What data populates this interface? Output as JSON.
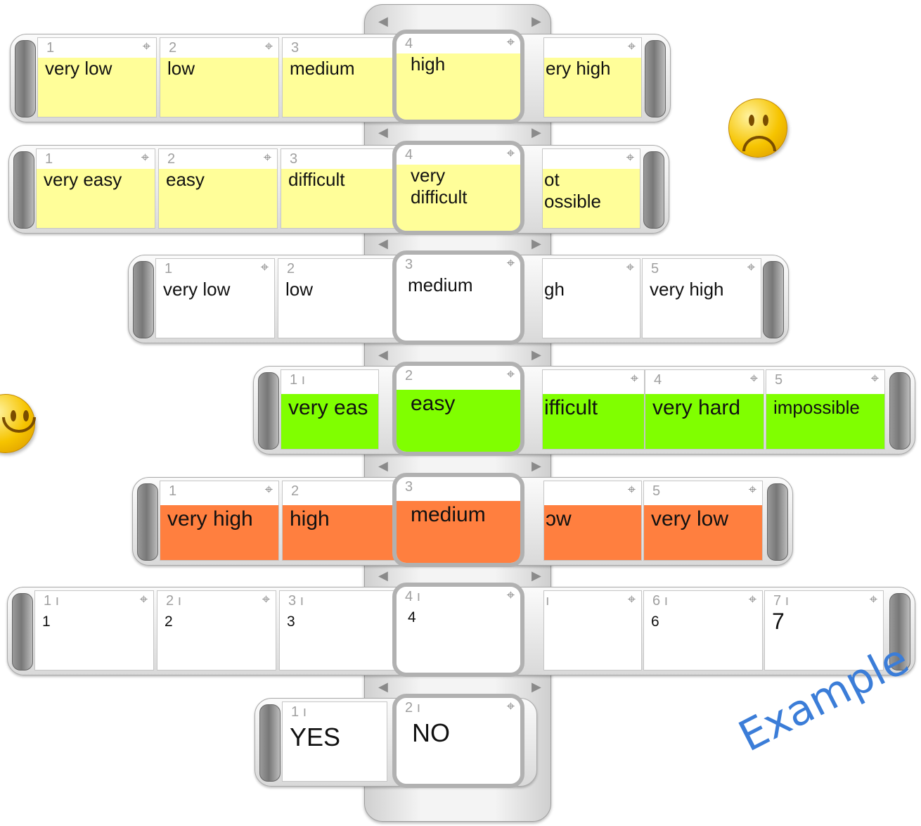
{
  "colors": {
    "yellow": "#fffe99",
    "green": "#80ff00",
    "orange": "#ff7f3f",
    "white": "#ffffff"
  },
  "rows": [
    {
      "cells": [
        {
          "num": "1",
          "label": "very low"
        },
        {
          "num": "2",
          "label": "low"
        },
        {
          "num": "3",
          "label": "medium"
        },
        {
          "num": "4",
          "label": "high"
        },
        {
          "num": "",
          "label": "ery high"
        }
      ]
    },
    {
      "cells": [
        {
          "num": "1",
          "label": "very easy"
        },
        {
          "num": "2",
          "label": "easy"
        },
        {
          "num": "3",
          "label": "difficult"
        },
        {
          "num": "4",
          "label": "very difficult"
        },
        {
          "num": "",
          "label": "ot ossible"
        }
      ]
    },
    {
      "cells": [
        {
          "num": "1",
          "label": "very low"
        },
        {
          "num": "2",
          "label": "low"
        },
        {
          "num": "3",
          "label": "medium"
        },
        {
          "num": "",
          "label": "gh"
        },
        {
          "num": "5",
          "label": "very high"
        }
      ]
    },
    {
      "cells": [
        {
          "num": "1 ı",
          "label": "very eas"
        },
        {
          "num": "2",
          "label": "easy"
        },
        {
          "num": "",
          "label": "ifficult"
        },
        {
          "num": "4",
          "label": "very hard"
        },
        {
          "num": "5",
          "label": "impossible"
        }
      ]
    },
    {
      "cells": [
        {
          "num": "1",
          "label": "very high"
        },
        {
          "num": "2",
          "label": "high"
        },
        {
          "num": "3",
          "label": "medium"
        },
        {
          "num": "",
          "label": "ɔw"
        },
        {
          "num": "5",
          "label": "very low"
        }
      ]
    },
    {
      "cells": [
        {
          "num": "1 ı",
          "label": "1"
        },
        {
          "num": "2 ı",
          "label": "2"
        },
        {
          "num": "3 ı",
          "label": "3"
        },
        {
          "num": "4 ı",
          "label": "4"
        },
        {
          "num": "ı",
          "label": ""
        },
        {
          "num": "6 ı",
          "label": "6"
        },
        {
          "num": "7 ı",
          "label": "7"
        }
      ]
    },
    {
      "cells": [
        {
          "num": "1 ı",
          "label": "YES"
        },
        {
          "num": "2 ı",
          "label": "NO"
        }
      ]
    }
  ],
  "pin_icon": "⌖",
  "arrow_left": "◀",
  "arrow_right": "▶",
  "watermark": "Example"
}
